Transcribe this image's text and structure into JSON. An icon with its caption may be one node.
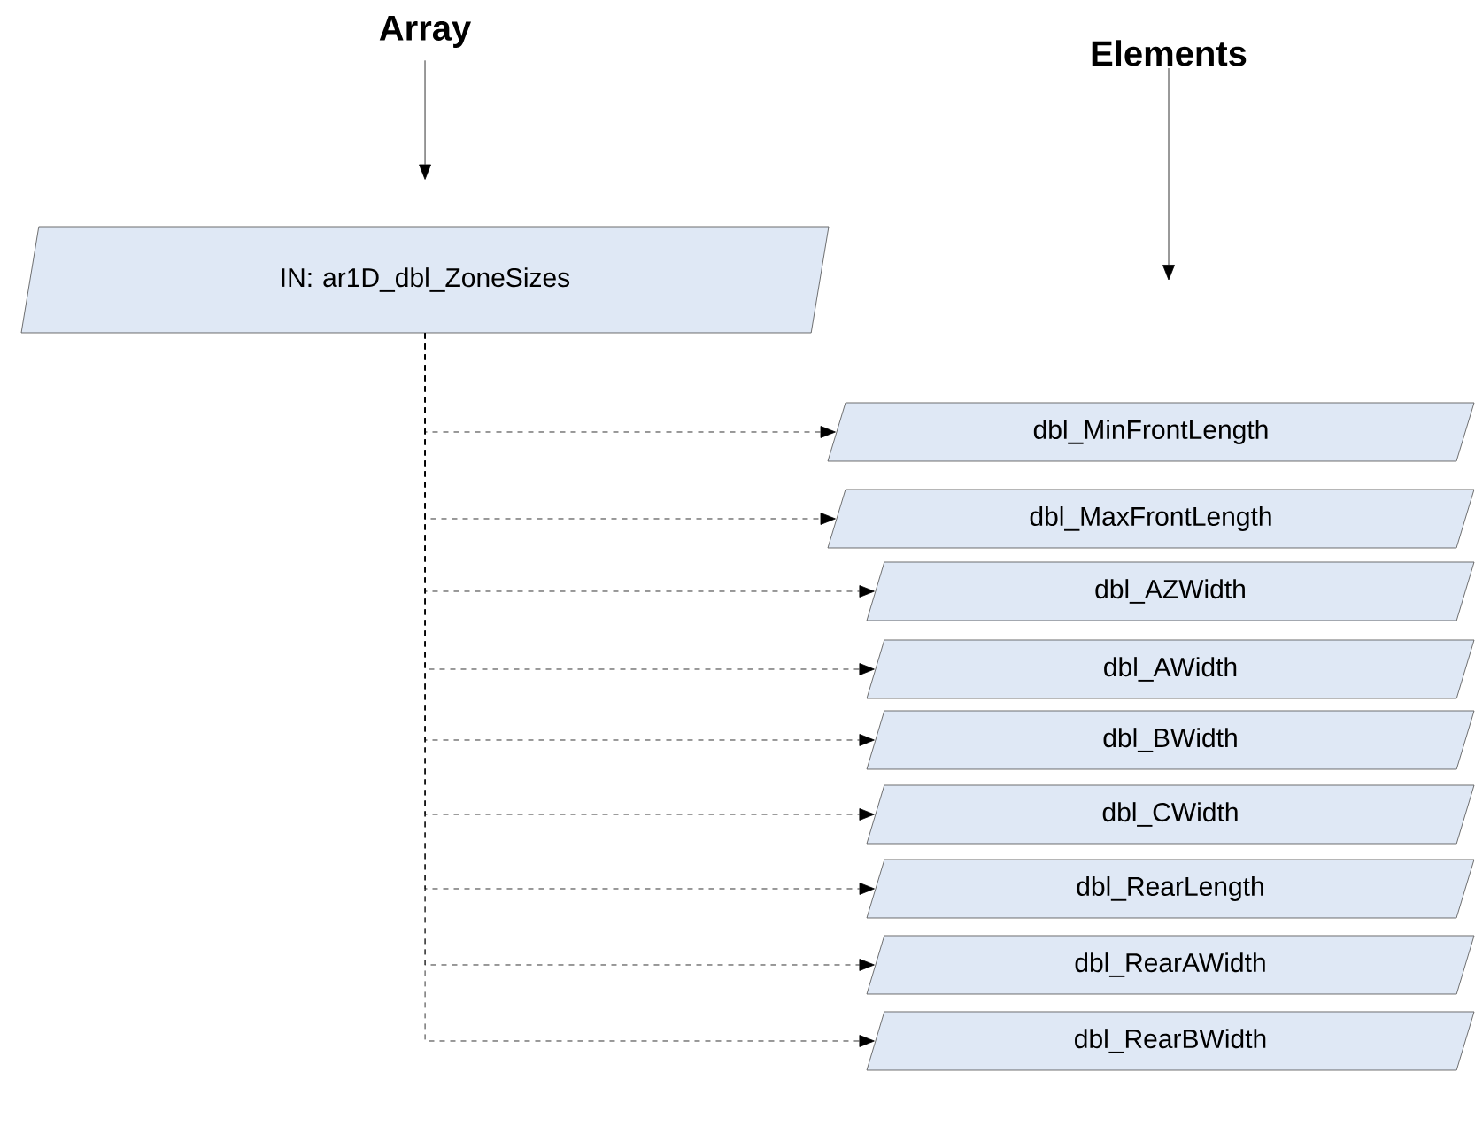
{
  "diagram": {
    "nodes": [
      {
        "text": [
          "Array"
        ]
      },
      {
        "text": [
          "Elements"
        ]
      },
      {
        "text": [
          "IN: ar1D_dbl_ZoneSizes"
        ]
      },
      {
        "text": [
          "dbl_MinFrontLength"
        ]
      },
      {
        "text": [
          "dbl_MaxFrontLength"
        ]
      },
      {
        "text": [
          "dbl_AZWidth"
        ]
      },
      {
        "text": [
          "dbl_AWidth"
        ]
      },
      {
        "text": [
          "dbl_BWidth"
        ]
      },
      {
        "text": [
          "dbl_CWidth"
        ]
      },
      {
        "text": [
          "dbl_RearLength"
        ]
      },
      {
        "text": [
          "dbl_RearAWidth"
        ]
      },
      {
        "text": [
          "dbl_RearBWidth"
        ]
      }
    ],
    "edges": [
      {
        "from": 0,
        "to": 2,
        "arrow": "to"
      },
      {
        "from": 1,
        "to": null,
        "arrow": "to"
      },
      {
        "from": 2,
        "to": 3,
        "arrow": "to",
        "style": "dashed"
      },
      {
        "from": 2,
        "to": 4,
        "arrow": "to",
        "style": "dashed"
      },
      {
        "from": 2,
        "to": 5,
        "arrow": "to",
        "style": "dashed"
      },
      {
        "from": 2,
        "to": 6,
        "arrow": "to",
        "style": "dashed"
      },
      {
        "from": 2,
        "to": 7,
        "arrow": "to",
        "style": "dashed"
      },
      {
        "from": 2,
        "to": 8,
        "arrow": "to",
        "style": "dashed"
      },
      {
        "from": 2,
        "to": 9,
        "arrow": "to",
        "style": "dashed"
      },
      {
        "from": 2,
        "to": 10,
        "arrow": "to",
        "style": "dashed"
      },
      {
        "from": 2,
        "to": 11,
        "arrow": "to",
        "style": "dashed"
      }
    ]
  }
}
